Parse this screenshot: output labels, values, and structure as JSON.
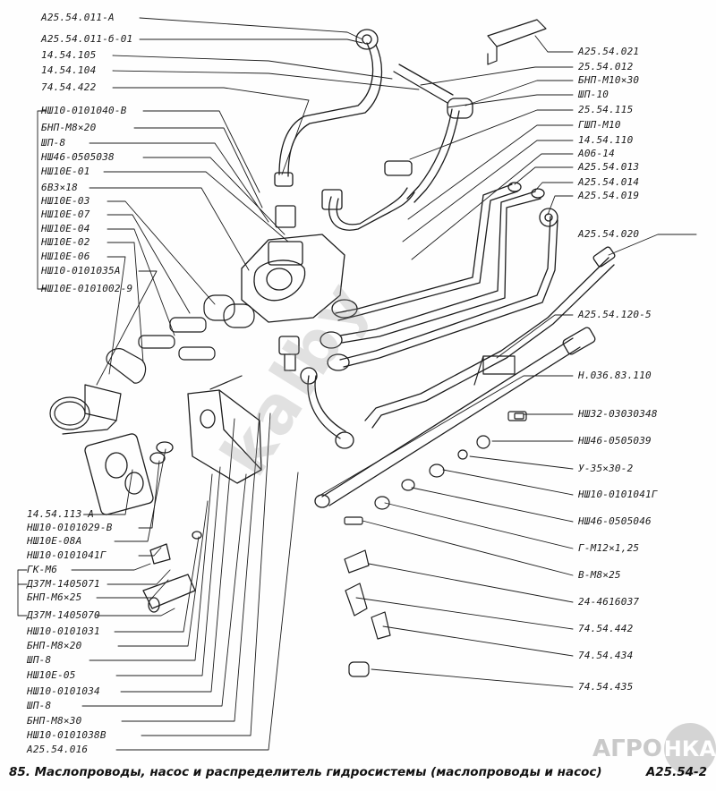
{
  "figure": {
    "caption_number": "85.",
    "caption_text": "Маслопроводы, насос и распределитель гидросистемы (маслопроводы и насос)",
    "catalog_code": "А25.54-2",
    "watermark": "kalby",
    "logo": {
      "left": "АГРО",
      "right": "НКА"
    }
  },
  "labels": {
    "left": [
      {
        "id": "l01",
        "text": "А25.54.011-А"
      },
      {
        "id": "l02",
        "text": "А25.54.011-б-01"
      },
      {
        "id": "l03",
        "text": "14.54.105"
      },
      {
        "id": "l04",
        "text": "14.54.104"
      },
      {
        "id": "l05",
        "text": "74.54.422"
      },
      {
        "id": "l06",
        "text": "НШ10-0101040-В"
      },
      {
        "id": "l07",
        "text": "БНП-М8×20"
      },
      {
        "id": "l08",
        "text": "ШП-8"
      },
      {
        "id": "l09",
        "text": "НШ46-0505038"
      },
      {
        "id": "l10",
        "text": "НШ10Е-01"
      },
      {
        "id": "l11",
        "text": "6В3×18"
      },
      {
        "id": "l12",
        "text": "НШ10Е-03"
      },
      {
        "id": "l13",
        "text": "НШ10Е-07"
      },
      {
        "id": "l14",
        "text": "НШ10Е-04"
      },
      {
        "id": "l15",
        "text": "НШ10Е-02"
      },
      {
        "id": "l16",
        "text": "НШ10Е-06"
      },
      {
        "id": "l17",
        "text": "НШ10-0101035А"
      },
      {
        "id": "l18",
        "text": "НШ10Е-0101002-9"
      },
      {
        "id": "l19",
        "text": "14.54.113-А"
      },
      {
        "id": "l20",
        "text": "НШ10-0101029-В"
      },
      {
        "id": "l21",
        "text": "НШ10Е-08А"
      },
      {
        "id": "l22",
        "text": "НШ10-0101041Г"
      },
      {
        "id": "l23",
        "text": "ГК-М6"
      },
      {
        "id": "l24",
        "text": "ДЗ7М-1405071"
      },
      {
        "id": "l25",
        "text": "БНП-М6×25"
      },
      {
        "id": "l26",
        "text": "ДЗ7М-1405070"
      },
      {
        "id": "l27",
        "text": "НШ10-0101031"
      },
      {
        "id": "l28",
        "text": "БНП-М8×20"
      },
      {
        "id": "l29",
        "text": "ШП-8"
      },
      {
        "id": "l30",
        "text": "НШ10Е-05"
      },
      {
        "id": "l31",
        "text": "НШ10-0101034"
      },
      {
        "id": "l32",
        "text": "ШП-8"
      },
      {
        "id": "l33",
        "text": "БНП-М8×30"
      },
      {
        "id": "l34",
        "text": "НШ10-0101038В"
      },
      {
        "id": "l35",
        "text": "А25.54.016"
      }
    ],
    "right": [
      {
        "id": "r01",
        "text": "А25.54.021"
      },
      {
        "id": "r02",
        "text": "25.54.012"
      },
      {
        "id": "r03",
        "text": "БНП-М10×30"
      },
      {
        "id": "r04",
        "text": "ШП-10"
      },
      {
        "id": "r05",
        "text": "25.54.115"
      },
      {
        "id": "r06",
        "text": "ГШП-М10"
      },
      {
        "id": "r07",
        "text": "14.54.110"
      },
      {
        "id": "r08",
        "text": "А06-14"
      },
      {
        "id": "r09",
        "text": "А25.54.013"
      },
      {
        "id": "r10",
        "text": "А25.54.014"
      },
      {
        "id": "r11",
        "text": "А25.54.019"
      },
      {
        "id": "r12",
        "text": "А25.54.020"
      },
      {
        "id": "r13",
        "text": "А25.54.120-5"
      },
      {
        "id": "r14",
        "text": "Н.036.83.110"
      },
      {
        "id": "r15",
        "text": "НШ32-03030348"
      },
      {
        "id": "r16",
        "text": "НШ46-0505039"
      },
      {
        "id": "r17",
        "text": "У-35×30-2"
      },
      {
        "id": "r18",
        "text": "НШ10-0101041Г"
      },
      {
        "id": "r19",
        "text": "НШ46-0505046"
      },
      {
        "id": "r20",
        "text": "Г-М12×1,25"
      },
      {
        "id": "r21",
        "text": "В-М8×25"
      },
      {
        "id": "r22",
        "text": "24-4616037"
      },
      {
        "id": "r23",
        "text": "74.54.442"
      },
      {
        "id": "r24",
        "text": "74.54.434"
      },
      {
        "id": "r25",
        "text": "74.54.435"
      }
    ]
  }
}
